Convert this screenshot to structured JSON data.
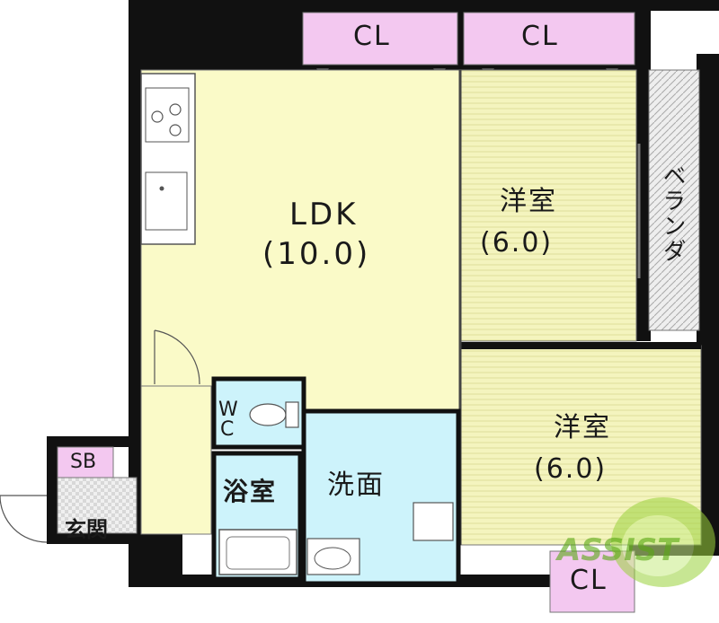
{
  "floorplan": {
    "closets": {
      "top_left": "CL",
      "top_right": "CL",
      "bottom": "CL"
    },
    "ldk": {
      "name": "LDK",
      "size": "(10.0)"
    },
    "bedroom1": {
      "name": "洋室",
      "size": "(6.0)"
    },
    "bedroom2": {
      "name": "洋室",
      "size": "(6.0)"
    },
    "balcony": "ベランダ",
    "wc": {
      "line1": "W",
      "line2": "C"
    },
    "bath": "浴室",
    "washroom": "洗面",
    "shoe_box": "SB",
    "entrance": "玄関",
    "watermark": "ASSIST"
  },
  "colors": {
    "wall": "#111111",
    "ldk_floor": "#fafac8",
    "bedroom_floor": "#f4f4be",
    "wet_area": "#cdf3fb",
    "closet": "#f3c8f0",
    "balcony": "#eeeeee",
    "logo_green": "#7cc61f"
  }
}
